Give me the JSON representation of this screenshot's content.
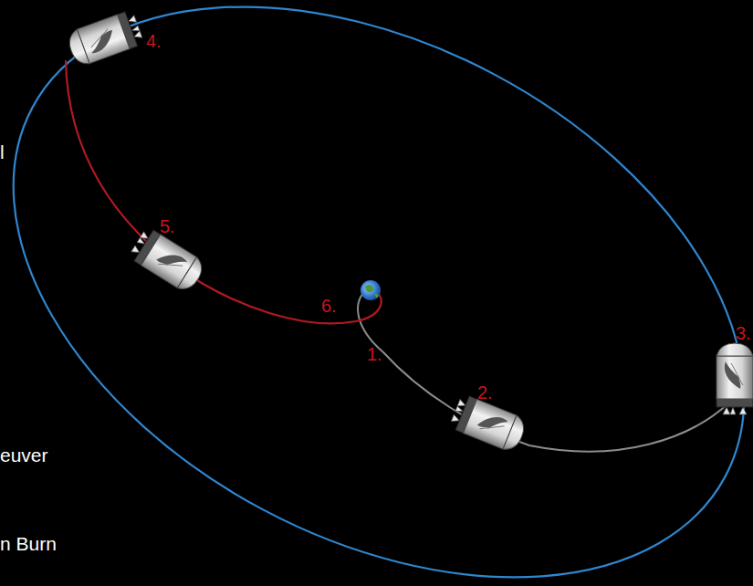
{
  "diagram": {
    "labels": [
      "1.",
      "2.",
      "3.",
      "4.",
      "5.",
      "6.",
      "l",
      "euver",
      "n Burn"
    ]
  }
}
